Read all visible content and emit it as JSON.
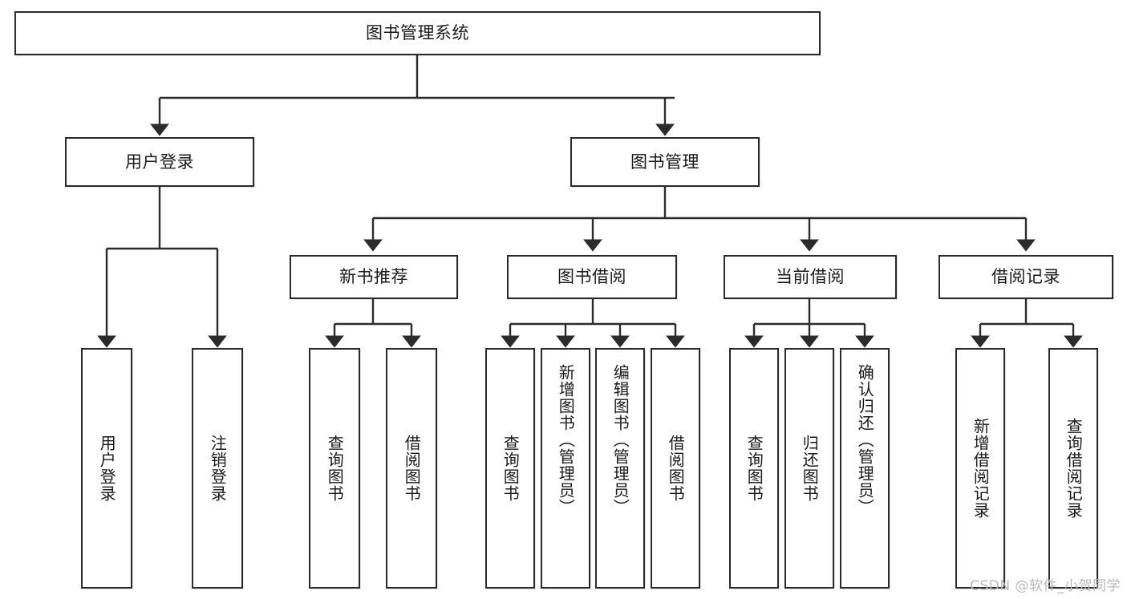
{
  "diagram": {
    "type": "hierarchy-tree",
    "title": "图书管理系统",
    "root": {
      "id": "root",
      "label": "图书管理系统",
      "orientation": "horizontal"
    },
    "level2": [
      {
        "id": "user-login",
        "label": "用户登录",
        "orientation": "horizontal"
      },
      {
        "id": "book-management",
        "label": "图书管理",
        "orientation": "horizontal"
      }
    ],
    "level3": [
      {
        "id": "new-book-recommend",
        "label": "新书推荐",
        "orientation": "horizontal",
        "parent": "book-management"
      },
      {
        "id": "book-borrow",
        "label": "图书借阅",
        "orientation": "horizontal",
        "parent": "book-management"
      },
      {
        "id": "current-borrow",
        "label": "当前借阅",
        "orientation": "horizontal",
        "parent": "book-management"
      },
      {
        "id": "borrow-record",
        "label": "借阅记录",
        "orientation": "horizontal",
        "parent": "book-management"
      }
    ],
    "leaves": [
      {
        "id": "leaf-user-login",
        "label": "用户登录",
        "parent": "user-login",
        "orientation": "vertical"
      },
      {
        "id": "leaf-logout",
        "label": "注销登录",
        "parent": "user-login",
        "orientation": "vertical"
      },
      {
        "id": "leaf-query-book-1",
        "label": "查询图书",
        "parent": "new-book-recommend",
        "orientation": "vertical"
      },
      {
        "id": "leaf-borrow-book-1",
        "label": "借阅图书",
        "parent": "new-book-recommend",
        "orientation": "vertical"
      },
      {
        "id": "leaf-query-book-2",
        "label": "查询图书",
        "parent": "book-borrow",
        "orientation": "vertical"
      },
      {
        "id": "leaf-add-book",
        "label": "新增图书（管理员）",
        "parent": "book-borrow",
        "orientation": "vertical"
      },
      {
        "id": "leaf-edit-book",
        "label": "编辑图书（管理员）",
        "parent": "book-borrow",
        "orientation": "vertical"
      },
      {
        "id": "leaf-borrow-book-2",
        "label": "借阅图书",
        "parent": "book-borrow",
        "orientation": "vertical"
      },
      {
        "id": "leaf-query-book-3",
        "label": "查询图书",
        "parent": "current-borrow",
        "orientation": "vertical"
      },
      {
        "id": "leaf-return-book",
        "label": "归还图书",
        "parent": "current-borrow",
        "orientation": "vertical"
      },
      {
        "id": "leaf-confirm-return",
        "label": "确认归还（管理员）",
        "parent": "current-borrow",
        "orientation": "vertical"
      },
      {
        "id": "leaf-add-record",
        "label": "新增借阅记录",
        "parent": "borrow-record",
        "orientation": "vertical"
      },
      {
        "id": "leaf-query-record",
        "label": "查询借阅记录",
        "parent": "borrow-record",
        "orientation": "vertical"
      }
    ],
    "colors": {
      "stroke": "#2b2b2b",
      "fill": "#ffffff",
      "text": "#1a1a1a",
      "watermark": "#b9b9b9"
    }
  },
  "watermark": {
    "text": "CSDN @软件_小贺同学"
  }
}
